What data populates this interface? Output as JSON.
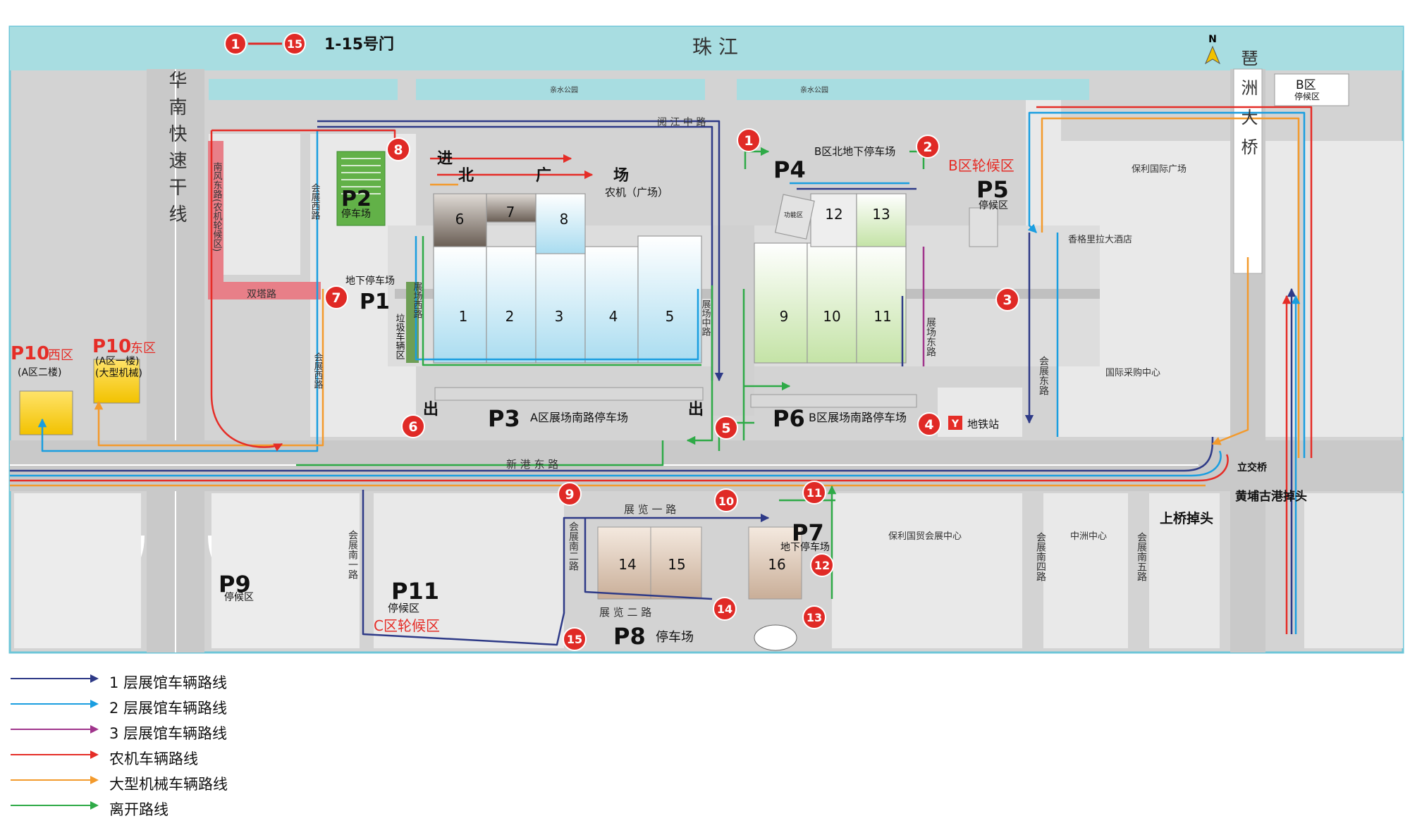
{
  "header": {
    "gate_range_start": "1",
    "gate_range_end": "15",
    "gate_range_label": "1-15号门"
  },
  "compass": "N",
  "river": "珠 江",
  "roads": {
    "huanan_expressway": "华南快速干线",
    "nanfeng_east": "南风东路(农机轮候区)",
    "yuejiang_middle": "阅 江 中 路",
    "xingang_east": "新 港 东 路",
    "pazhou_bridge": "琶洲大桥",
    "shuangta": "双塔路",
    "huizhan_west_a": "会展西路",
    "huizhan_west_b": "会展西路",
    "huizhan_east": "会展东路",
    "huizhan_south1": "会展南一路",
    "huizhan_south2": "会展南二路",
    "huizhan_south4": "会展南四路",
    "huizhan_south5": "会展南五路",
    "zhanchang_west": "展场西路",
    "zhanchang_middle": "展场中路",
    "zhanchang_east": "展场东路",
    "zhanlan_1": "展 览 一 路",
    "zhanlan_2": "展 览 二 路",
    "garbage_lane": "垃圾车辆区",
    "overpass": "立交桥",
    "shangqiao_uturn": "上桥掉头",
    "huangpu_uturn": "黄埔古港掉头"
  },
  "landmarks": {
    "park_left": "亲水公园",
    "park_right": "亲水公园",
    "north_plaza_in": "进",
    "north_plaza_bei": "北",
    "north_plaza_guang": "广",
    "north_plaza_chang": "场",
    "farm_plaza": "农机（广场）",
    "poly_plaza": "保利国际广场",
    "shangri_la": "香格里拉大酒店",
    "intl_purchase": "国际采购中心",
    "poly_expo": "保利国贸会展中心",
    "zhongzhou": "中洲中心",
    "metro": "地铁站",
    "exit_left": "出",
    "exit_right": "出",
    "b_zone_lot": "B区",
    "b_zone_lot_sub": "停候区",
    "function_area": "功能区"
  },
  "parking": {
    "p1": "P1",
    "p1_sub": "地下停车场",
    "p2": "P2",
    "p2_sub": "停车场",
    "p3": "P3",
    "p3_sub": "A区展场南路停车场",
    "p4": "P4",
    "p4_sub": "B区北地下停车场",
    "p5": "P5",
    "p5_sub": "停候区",
    "p5_zone": "B区轮候区",
    "p6": "P6",
    "p6_sub": "B区展场南路停车场",
    "p7": "P7",
    "p7_sub": "地下停车场",
    "p8": "P8",
    "p8_sub": "停车场",
    "p9": "P9",
    "p9_sub": "停候区",
    "p10w": "P10",
    "p10w_zone": "西区",
    "p10w_sub": "(A区二楼)",
    "p10e": "P10",
    "p10e_zone": "东区",
    "p10e_sub1": "(A区一楼)",
    "p10e_sub2": "(大型机械)",
    "p11": "P11",
    "p11_sub": "停候区",
    "p11_zone": "C区轮候区"
  },
  "halls": [
    "1",
    "2",
    "3",
    "4",
    "5",
    "6",
    "7",
    "8",
    "9",
    "10",
    "11",
    "12",
    "13",
    "14",
    "15",
    "16"
  ],
  "gates": [
    "1",
    "2",
    "3",
    "4",
    "5",
    "6",
    "7",
    "8",
    "9",
    "10",
    "11",
    "12",
    "13",
    "14",
    "15"
  ],
  "legend": [
    {
      "label": "1 层展馆车辆路线",
      "color": "#2e3a87"
    },
    {
      "label": "2 层展馆车辆路线",
      "color": "#1a9ee0"
    },
    {
      "label": "3 层展馆车辆路线",
      "color": "#a0358c"
    },
    {
      "label": "农机车辆路线",
      "color": "#e52d27"
    },
    {
      "label": "大型机械车辆路线",
      "color": "#f39a2c"
    },
    {
      "label": "离开路线",
      "color": "#2eaa47"
    }
  ],
  "colors": {
    "river": "#a8dde1",
    "road": "#d3d3d3",
    "block": "#e9e9e9",
    "gate": "#e02a26",
    "frame": "#6ec6d8"
  }
}
